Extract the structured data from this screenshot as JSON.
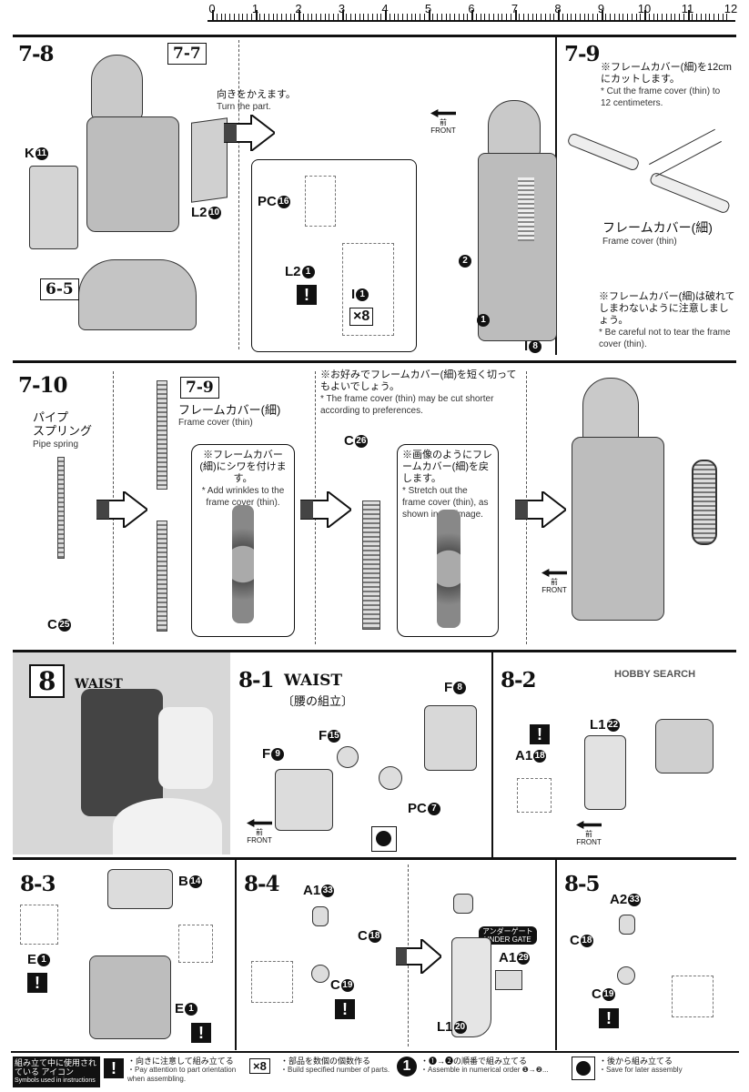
{
  "ruler": {
    "numbers": [
      "0",
      "1",
      "2",
      "3",
      "4",
      "5",
      "6",
      "7",
      "8",
      "9",
      "10",
      "11",
      "12"
    ]
  },
  "s78": {
    "title": "7-8",
    "ref_box": "7-7",
    "turn_jp": "向きをかえます。",
    "turn_en": "Turn the part.",
    "k11": "K",
    "l210": "L2",
    "ref_65": "6-5",
    "pc16": "PC",
    "l21": "L2",
    "i1": "I",
    "x8": "×8",
    "i8": "I",
    "front_jp": "前",
    "front_en": "FRONT",
    "seq1": "1",
    "seq2": "2"
  },
  "s79": {
    "title": "7-9",
    "note_jp": "※フレームカバー(細)を12cmにカットします。",
    "note_en": "* Cut the frame cover (thin) to 12 centimeters.",
    "part_jp": "フレームカバー(細)",
    "part_en": "Frame cover (thin)",
    "warn_jp": "※フレームカバー(細)は破れてしまわないように注意しましょう。",
    "warn_en": "* Be careful not to tear the frame cover (thin)."
  },
  "s710": {
    "title": "7-10",
    "pipe_jp1": "パイプ",
    "pipe_jp2": "スプリング",
    "pipe_en": "Pipe spring",
    "c25": "C",
    "ref_79": "7-9",
    "fc_jp": "フレームカバー(細)",
    "fc_en": "Frame cover (thin)",
    "wrinkle_jp": "※フレームカバー(細)にシワを付けます。",
    "wrinkle_en": "* Add wrinkles to the frame cover (thin).",
    "shorter_jp": "※お好みでフレームカバー(細)を短く切ってもよいでしょう。",
    "shorter_en": "* The frame cover (thin) may be cut shorter according to preferences.",
    "c26": "C",
    "stretch_jp": "※画像のようにフレームカバー(細)を戻します。",
    "stretch_en": "* Stretch out the frame cover (thin), as shown in the image.",
    "front_jp": "前",
    "front_en": "FRONT"
  },
  "s8": {
    "num": "8",
    "label": "WAIST"
  },
  "s81": {
    "title": "8-1",
    "label": "WAIST",
    "jp": "〔腰の組立〕",
    "f8": "F",
    "f15": "F",
    "f9": "F",
    "pc7": "PC",
    "front_jp": "前",
    "front_en": "FRONT"
  },
  "s82": {
    "title": "8-2",
    "l122": "L1",
    "a118": "A1",
    "front_jp": "前",
    "front_en": "FRONT",
    "watermark": "HOBBY SEARCH"
  },
  "s83": {
    "title": "8-3",
    "b14": "B",
    "e1a": "E",
    "e1b": "E"
  },
  "s84": {
    "title": "8-4",
    "a133": "A1",
    "c18": "C",
    "c19": "C",
    "undergate_jp": "アンダーゲート",
    "undergate_en": "UNDER GATE",
    "a129": "A1",
    "l120": "L1"
  },
  "s85": {
    "title": "8-5",
    "a233": "A2",
    "c18": "C",
    "c19": "C"
  },
  "icons": {
    "header_jp": "組み立て中に使用されている アイコン",
    "header_en": "Symbols used in instructions",
    "orient_jp": "・向きに注意して組み立てる",
    "orient_en": "・Pay attention to part orientation when assembling.",
    "x8": "×8",
    "count_jp": "・部品を数個の個数作る",
    "count_en": "・Build specified number of parts.",
    "order_jp": "・❶→❷の順番で組み立てる",
    "order_en": "・Assemble in numerical order ❶→❷...",
    "later_jp": "・後から組み立てる",
    "later_en": "・Save for later assembly"
  },
  "nums": {
    "n11": "11",
    "n10": "10",
    "n16": "16",
    "n1": "1",
    "n8": "8",
    "n25": "25",
    "n26": "26",
    "n15": "15",
    "n9": "9",
    "n7": "7",
    "n22": "22",
    "n18": "18",
    "n14": "14",
    "n33": "33",
    "n19": "19",
    "n29": "29",
    "n20": "20"
  }
}
